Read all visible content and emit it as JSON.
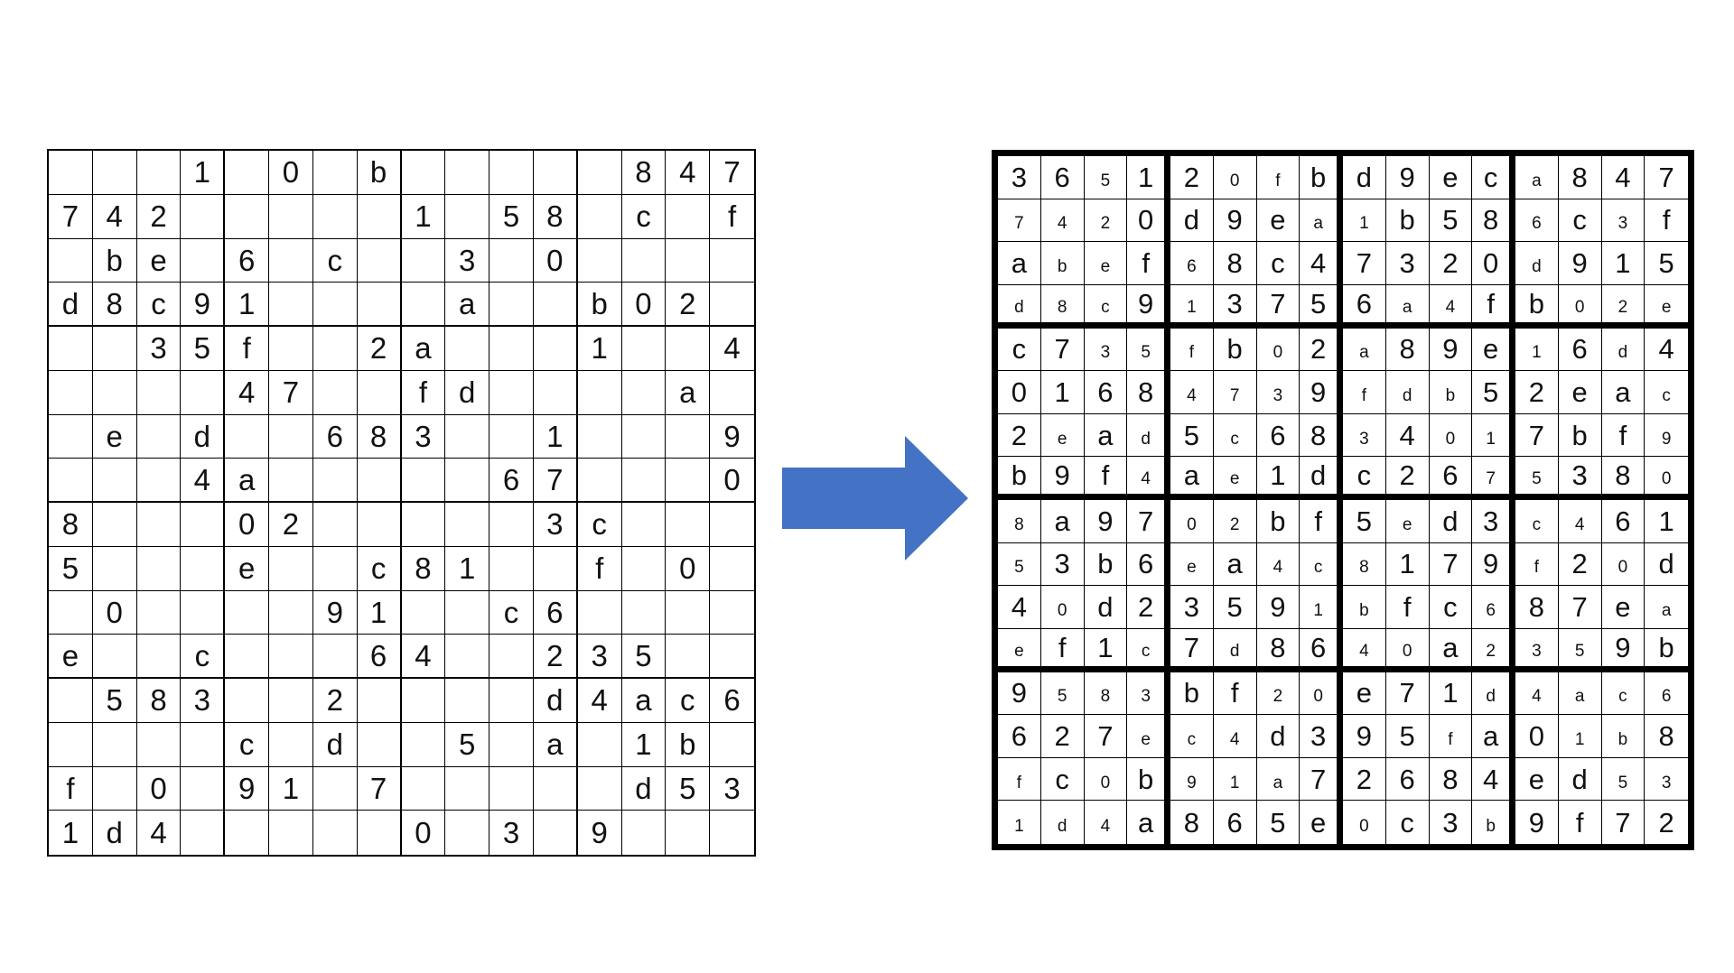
{
  "puzzle": [
    [
      "",
      "",
      "",
      "1",
      "",
      "0",
      "",
      "b",
      "",
      "",
      "",
      "",
      "",
      "8",
      "4",
      "7"
    ],
    [
      "7",
      "4",
      "2",
      "",
      "",
      "",
      "",
      "",
      "1",
      "",
      "5",
      "8",
      "",
      "c",
      "",
      "f"
    ],
    [
      "",
      "b",
      "e",
      "",
      "6",
      "",
      "c",
      "",
      "",
      "3",
      "",
      "0",
      "",
      "",
      "",
      ""
    ],
    [
      "d",
      "8",
      "c",
      "9",
      "1",
      "",
      "",
      "",
      "",
      "a",
      "",
      "",
      "b",
      "0",
      "2",
      ""
    ],
    [
      "",
      "",
      "3",
      "5",
      "f",
      "",
      "",
      "2",
      "a",
      "",
      "",
      "",
      "1",
      "",
      "",
      "4"
    ],
    [
      "",
      "",
      "",
      "",
      "4",
      "7",
      "",
      "",
      "f",
      "d",
      "",
      "",
      "",
      "",
      "a",
      ""
    ],
    [
      "",
      "e",
      "",
      "d",
      "",
      "",
      "6",
      "8",
      "3",
      "",
      "",
      "1",
      "",
      "",
      "",
      "9"
    ],
    [
      "",
      "",
      "",
      "4",
      "a",
      "",
      "",
      "",
      "",
      "",
      "6",
      "7",
      "",
      "",
      "",
      "0"
    ],
    [
      "8",
      "",
      "",
      "",
      "0",
      "2",
      "",
      "",
      "",
      "",
      "",
      "3",
      "c",
      "",
      "",
      ""
    ],
    [
      "5",
      "",
      "",
      "",
      "e",
      "",
      "",
      "c",
      "8",
      "1",
      "",
      "",
      "f",
      "",
      "0",
      ""
    ],
    [
      "",
      "0",
      "",
      "",
      "",
      "",
      "9",
      "1",
      "",
      "",
      "c",
      "6",
      "",
      "",
      "",
      ""
    ],
    [
      "e",
      "",
      "",
      "c",
      "",
      "",
      "",
      "6",
      "4",
      "",
      "",
      "2",
      "3",
      "5",
      "",
      ""
    ],
    [
      "",
      "5",
      "8",
      "3",
      "",
      "",
      "2",
      "",
      "",
      "",
      "",
      "d",
      "4",
      "a",
      "c",
      "6"
    ],
    [
      "",
      "",
      "",
      "",
      "c",
      "",
      "d",
      "",
      "",
      "5",
      "",
      "a",
      "",
      "1",
      "b",
      ""
    ],
    [
      "f",
      "",
      "0",
      "",
      "9",
      "1",
      "",
      "7",
      "",
      "",
      "",
      "",
      "",
      "d",
      "5",
      "3"
    ],
    [
      "1",
      "d",
      "4",
      "",
      "",
      "",
      "",
      "",
      "0",
      "",
      "3",
      "",
      "9",
      "",
      "",
      ""
    ]
  ],
  "solution": [
    [
      "3",
      "6",
      "5",
      "1",
      "2",
      "0",
      "f",
      "b",
      "d",
      "9",
      "e",
      "c",
      "a",
      "8",
      "4",
      "7"
    ],
    [
      "7",
      "4",
      "2",
      "0",
      "d",
      "9",
      "e",
      "a",
      "1",
      "b",
      "5",
      "8",
      "6",
      "c",
      "3",
      "f"
    ],
    [
      "a",
      "b",
      "e",
      "f",
      "6",
      "8",
      "c",
      "4",
      "7",
      "3",
      "2",
      "0",
      "d",
      "9",
      "1",
      "5"
    ],
    [
      "d",
      "8",
      "c",
      "9",
      "1",
      "3",
      "7",
      "5",
      "6",
      "a",
      "4",
      "f",
      "b",
      "0",
      "2",
      "e"
    ],
    [
      "c",
      "7",
      "3",
      "5",
      "f",
      "b",
      "0",
      "2",
      "a",
      "8",
      "9",
      "e",
      "1",
      "6",
      "d",
      "4"
    ],
    [
      "0",
      "1",
      "6",
      "8",
      "4",
      "7",
      "3",
      "9",
      "f",
      "d",
      "b",
      "5",
      "2",
      "e",
      "a",
      "c"
    ],
    [
      "2",
      "e",
      "a",
      "d",
      "5",
      "c",
      "6",
      "8",
      "3",
      "4",
      "0",
      "1",
      "7",
      "b",
      "f",
      "9"
    ],
    [
      "b",
      "9",
      "f",
      "4",
      "a",
      "e",
      "1",
      "d",
      "c",
      "2",
      "6",
      "7",
      "5",
      "3",
      "8",
      "0"
    ],
    [
      "8",
      "a",
      "9",
      "7",
      "0",
      "2",
      "b",
      "f",
      "5",
      "e",
      "d",
      "3",
      "c",
      "4",
      "6",
      "1"
    ],
    [
      "5",
      "3",
      "b",
      "6",
      "e",
      "a",
      "4",
      "c",
      "8",
      "1",
      "7",
      "9",
      "f",
      "2",
      "0",
      "d"
    ],
    [
      "4",
      "0",
      "d",
      "2",
      "3",
      "5",
      "9",
      "1",
      "b",
      "f",
      "c",
      "6",
      "8",
      "7",
      "e",
      "a"
    ],
    [
      "e",
      "f",
      "1",
      "c",
      "7",
      "d",
      "8",
      "6",
      "4",
      "0",
      "a",
      "2",
      "3",
      "5",
      "9",
      "b"
    ],
    [
      "9",
      "5",
      "8",
      "3",
      "b",
      "f",
      "2",
      "0",
      "e",
      "7",
      "1",
      "d",
      "4",
      "a",
      "c",
      "6"
    ],
    [
      "6",
      "2",
      "7",
      "e",
      "c",
      "4",
      "d",
      "3",
      "9",
      "5",
      "f",
      "a",
      "0",
      "1",
      "b",
      "8"
    ],
    [
      "f",
      "c",
      "0",
      "b",
      "9",
      "1",
      "a",
      "7",
      "2",
      "6",
      "8",
      "4",
      "e",
      "d",
      "5",
      "3"
    ],
    [
      "1",
      "d",
      "4",
      "a",
      "8",
      "6",
      "5",
      "e",
      "0",
      "c",
      "3",
      "b",
      "9",
      "f",
      "7",
      "2"
    ]
  ],
  "solution_given_mask": [
    "1101100111110111",
    "0001111001110101",
    "1001011111110111",
    "0001011110011000",
    "1100010101110101",
    "1111000100011110",
    "1010101101001110",
    "1110101111100110",
    "0111001110110011",
    "0111010001110101",
    "1011111001101110",
    "0110101100100011",
    "1000110011100000",
    "1110001111011001",
    "0101000111111100",
    "0001111101101111"
  ],
  "arrow": {
    "color": "#4472C4",
    "icon": "right-arrow-icon"
  }
}
